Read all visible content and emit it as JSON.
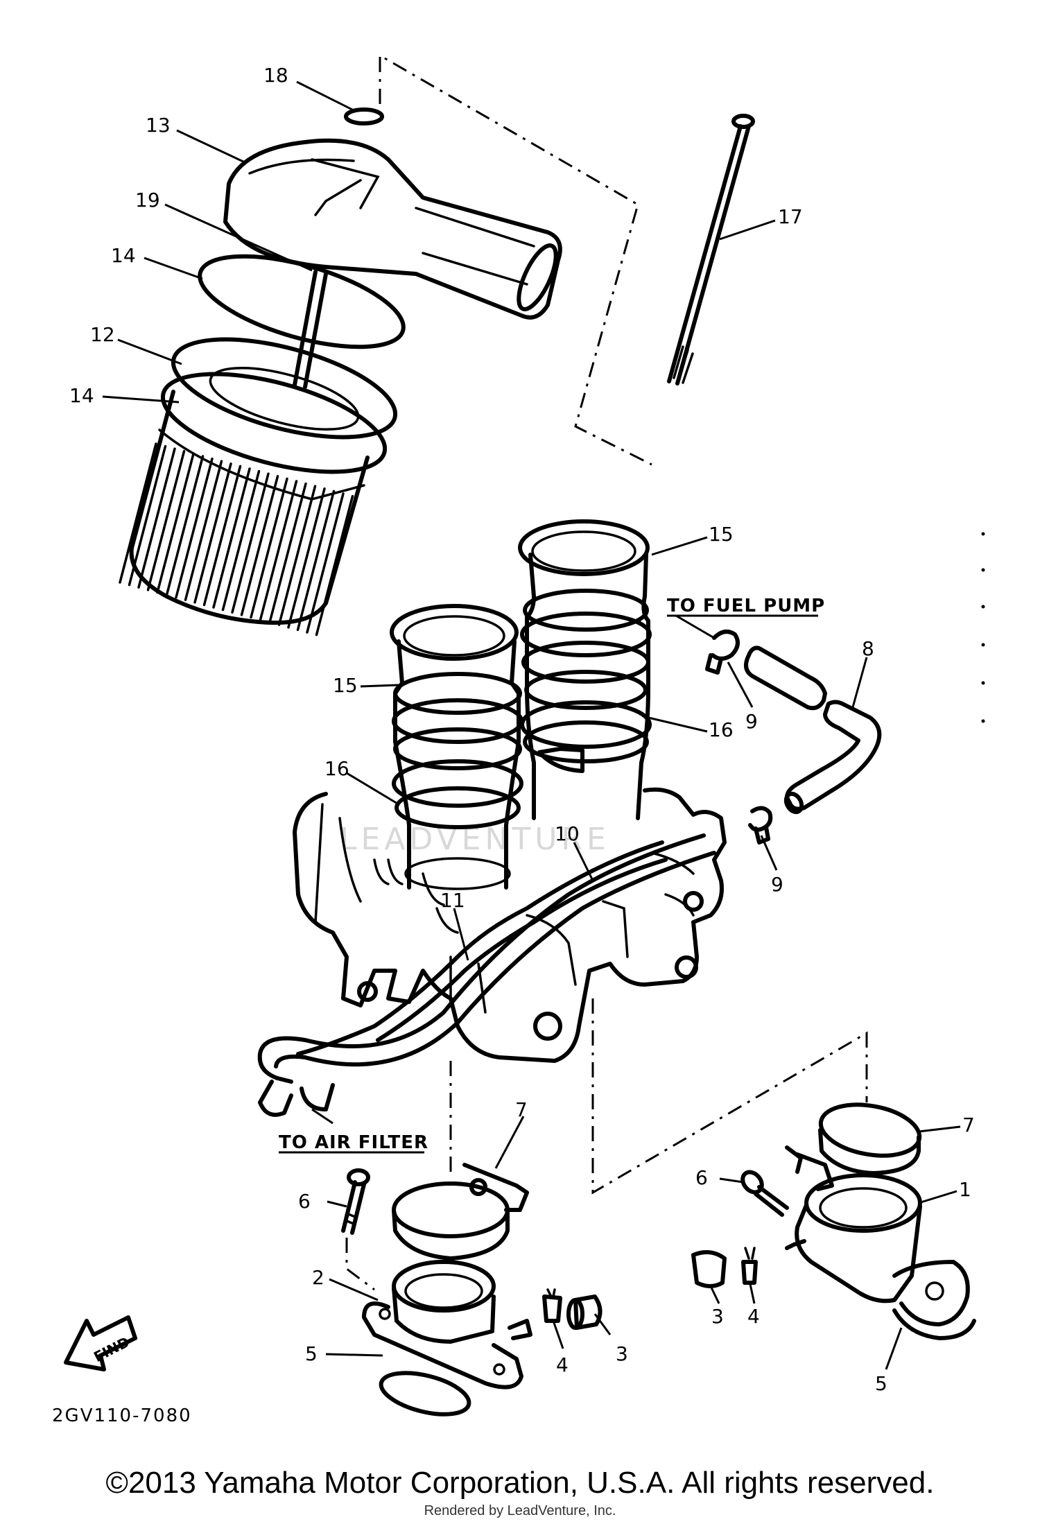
{
  "diagram": {
    "callouts": {
      "c18": "18",
      "c13": "13",
      "c19": "19",
      "c14a": "14",
      "c12": "12",
      "c14b": "14",
      "c17": "17",
      "c15a": "15",
      "c15b": "15",
      "c16a": "16",
      "c16b": "16",
      "c8": "8",
      "c9a": "9",
      "c9b": "9",
      "c10": "10",
      "c11": "11",
      "c7a": "7",
      "c7b": "7",
      "c6a": "6",
      "c6b": "6",
      "c1": "1",
      "c2": "2",
      "c3a": "3",
      "c3b": "3",
      "c4a": "4",
      "c4b": "4",
      "c5a": "5",
      "c5b": "5"
    },
    "notes": {
      "fuel_pump": "TO FUEL PUMP",
      "air_filter": "TO AIR FILTER",
      "find": "FIND"
    },
    "part_number": "2GV110-7080",
    "watermark": "LEADVENTURE"
  },
  "footer": {
    "copyright": "©2013 Yamaha Motor Corporation, U.S.A. All rights reserved.",
    "rendered": "Rendered by LeadVenture, Inc."
  }
}
